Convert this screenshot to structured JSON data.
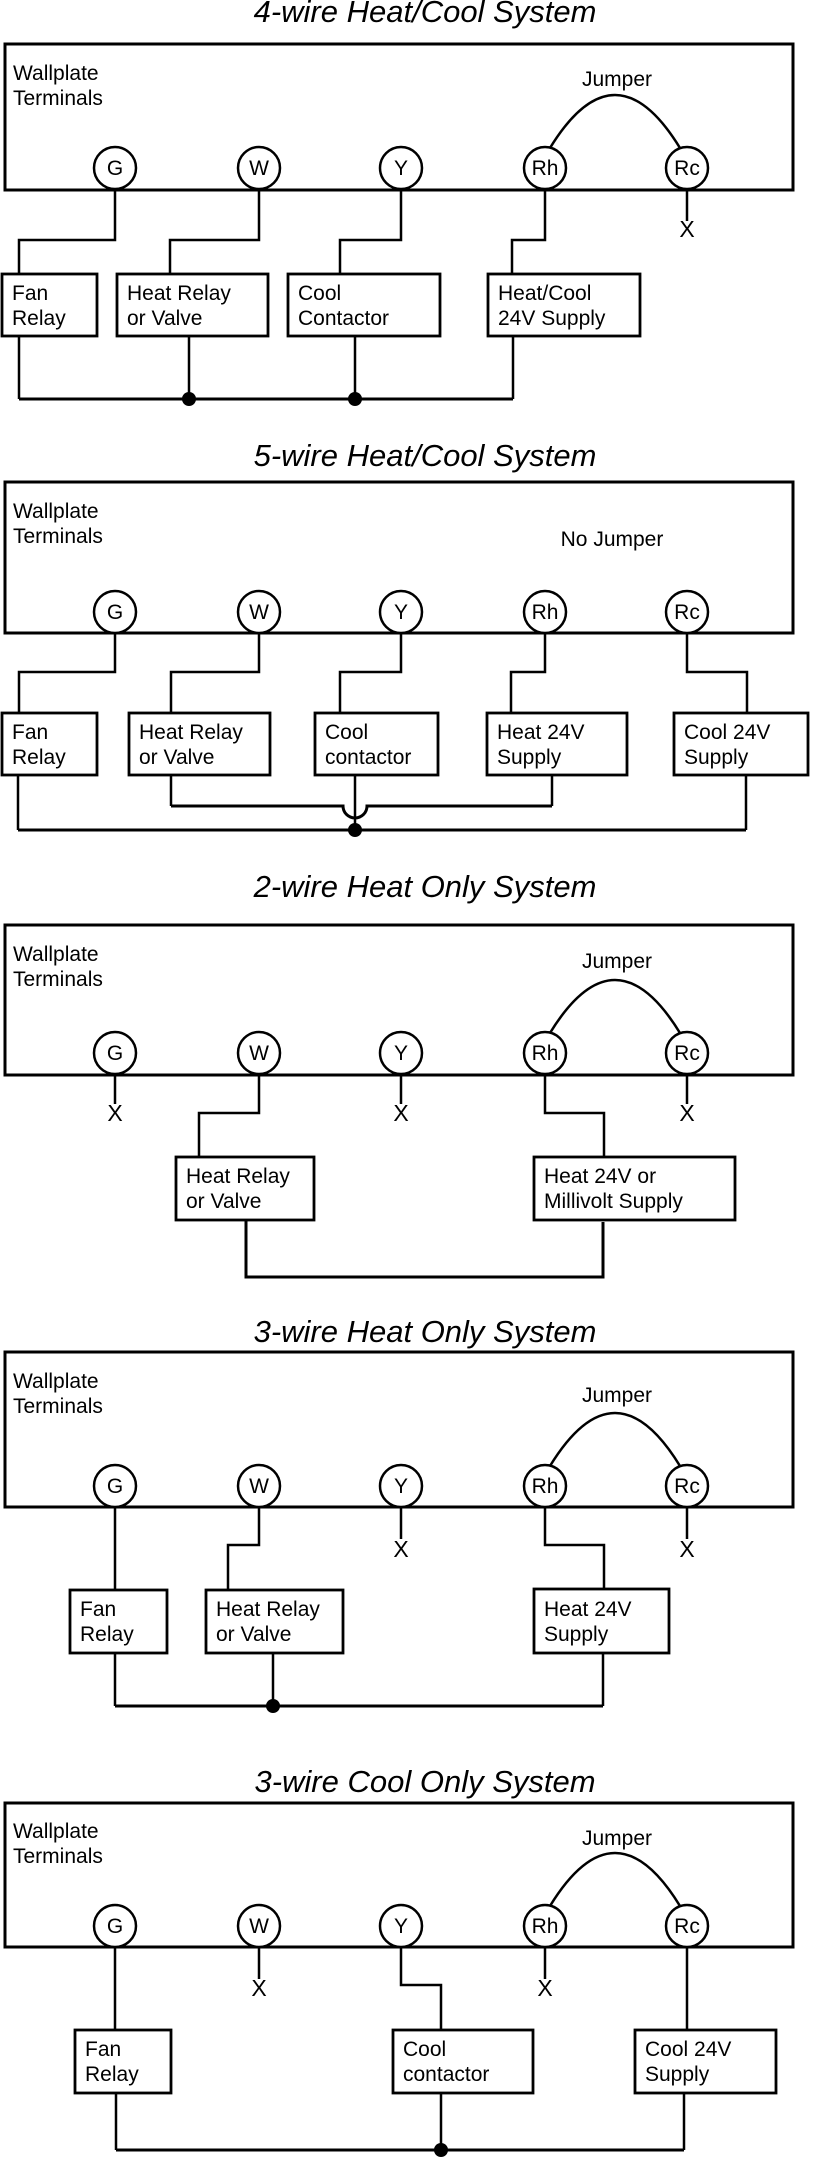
{
  "colors": {
    "background": "#ffffff",
    "ink": "#000000"
  },
  "shared": {
    "wallplate_line1": "Wallplate",
    "wallplate_line2": "Terminals",
    "terminals": {
      "g": "G",
      "w": "W",
      "y": "Y",
      "rh": "Rh",
      "rc": "Rc"
    },
    "jumper": "Jumper",
    "no_jumper": "No Jumper",
    "x_mark": "X"
  },
  "diagrams": [
    {
      "title": "4-wire Heat/Cool System",
      "jumper_present": true,
      "unconnected_terminals": [
        "Rc"
      ],
      "boxes": [
        {
          "line1": "Fan",
          "line2": "Relay"
        },
        {
          "line1": "Heat Relay",
          "line2": "or Valve"
        },
        {
          "line1": "Cool",
          "line2": "Contactor"
        },
        {
          "line1": "Heat/Cool",
          "line2": "24V Supply"
        }
      ]
    },
    {
      "title": "5-wire Heat/Cool System",
      "jumper_present": false,
      "unconnected_terminals": [],
      "boxes": [
        {
          "line1": "Fan",
          "line2": "Relay"
        },
        {
          "line1": "Heat Relay",
          "line2": "or Valve"
        },
        {
          "line1": "Cool",
          "line2": "contactor"
        },
        {
          "line1": "Heat 24V",
          "line2": "Supply"
        },
        {
          "line1": "Cool 24V",
          "line2": "Supply"
        }
      ]
    },
    {
      "title": "2-wire Heat Only System",
      "jumper_present": true,
      "unconnected_terminals": [
        "G",
        "Y",
        "Rc"
      ],
      "boxes": [
        {
          "line1": "Heat Relay",
          "line2": "or Valve"
        },
        {
          "line1": "Heat 24V or",
          "line2": "Millivolt Supply"
        }
      ]
    },
    {
      "title": "3-wire Heat Only System",
      "jumper_present": true,
      "unconnected_terminals": [
        "Y",
        "Rc"
      ],
      "boxes": [
        {
          "line1": "Fan",
          "line2": "Relay"
        },
        {
          "line1": "Heat Relay",
          "line2": "or Valve"
        },
        {
          "line1": "Heat 24V",
          "line2": "Supply"
        }
      ]
    },
    {
      "title": "3-wire Cool Only System",
      "jumper_present": true,
      "unconnected_terminals": [
        "W",
        "Rh"
      ],
      "boxes": [
        {
          "line1": "Fan",
          "line2": "Relay"
        },
        {
          "line1": "Cool",
          "line2": "contactor"
        },
        {
          "line1": "Cool 24V",
          "line2": "Supply"
        }
      ]
    }
  ]
}
